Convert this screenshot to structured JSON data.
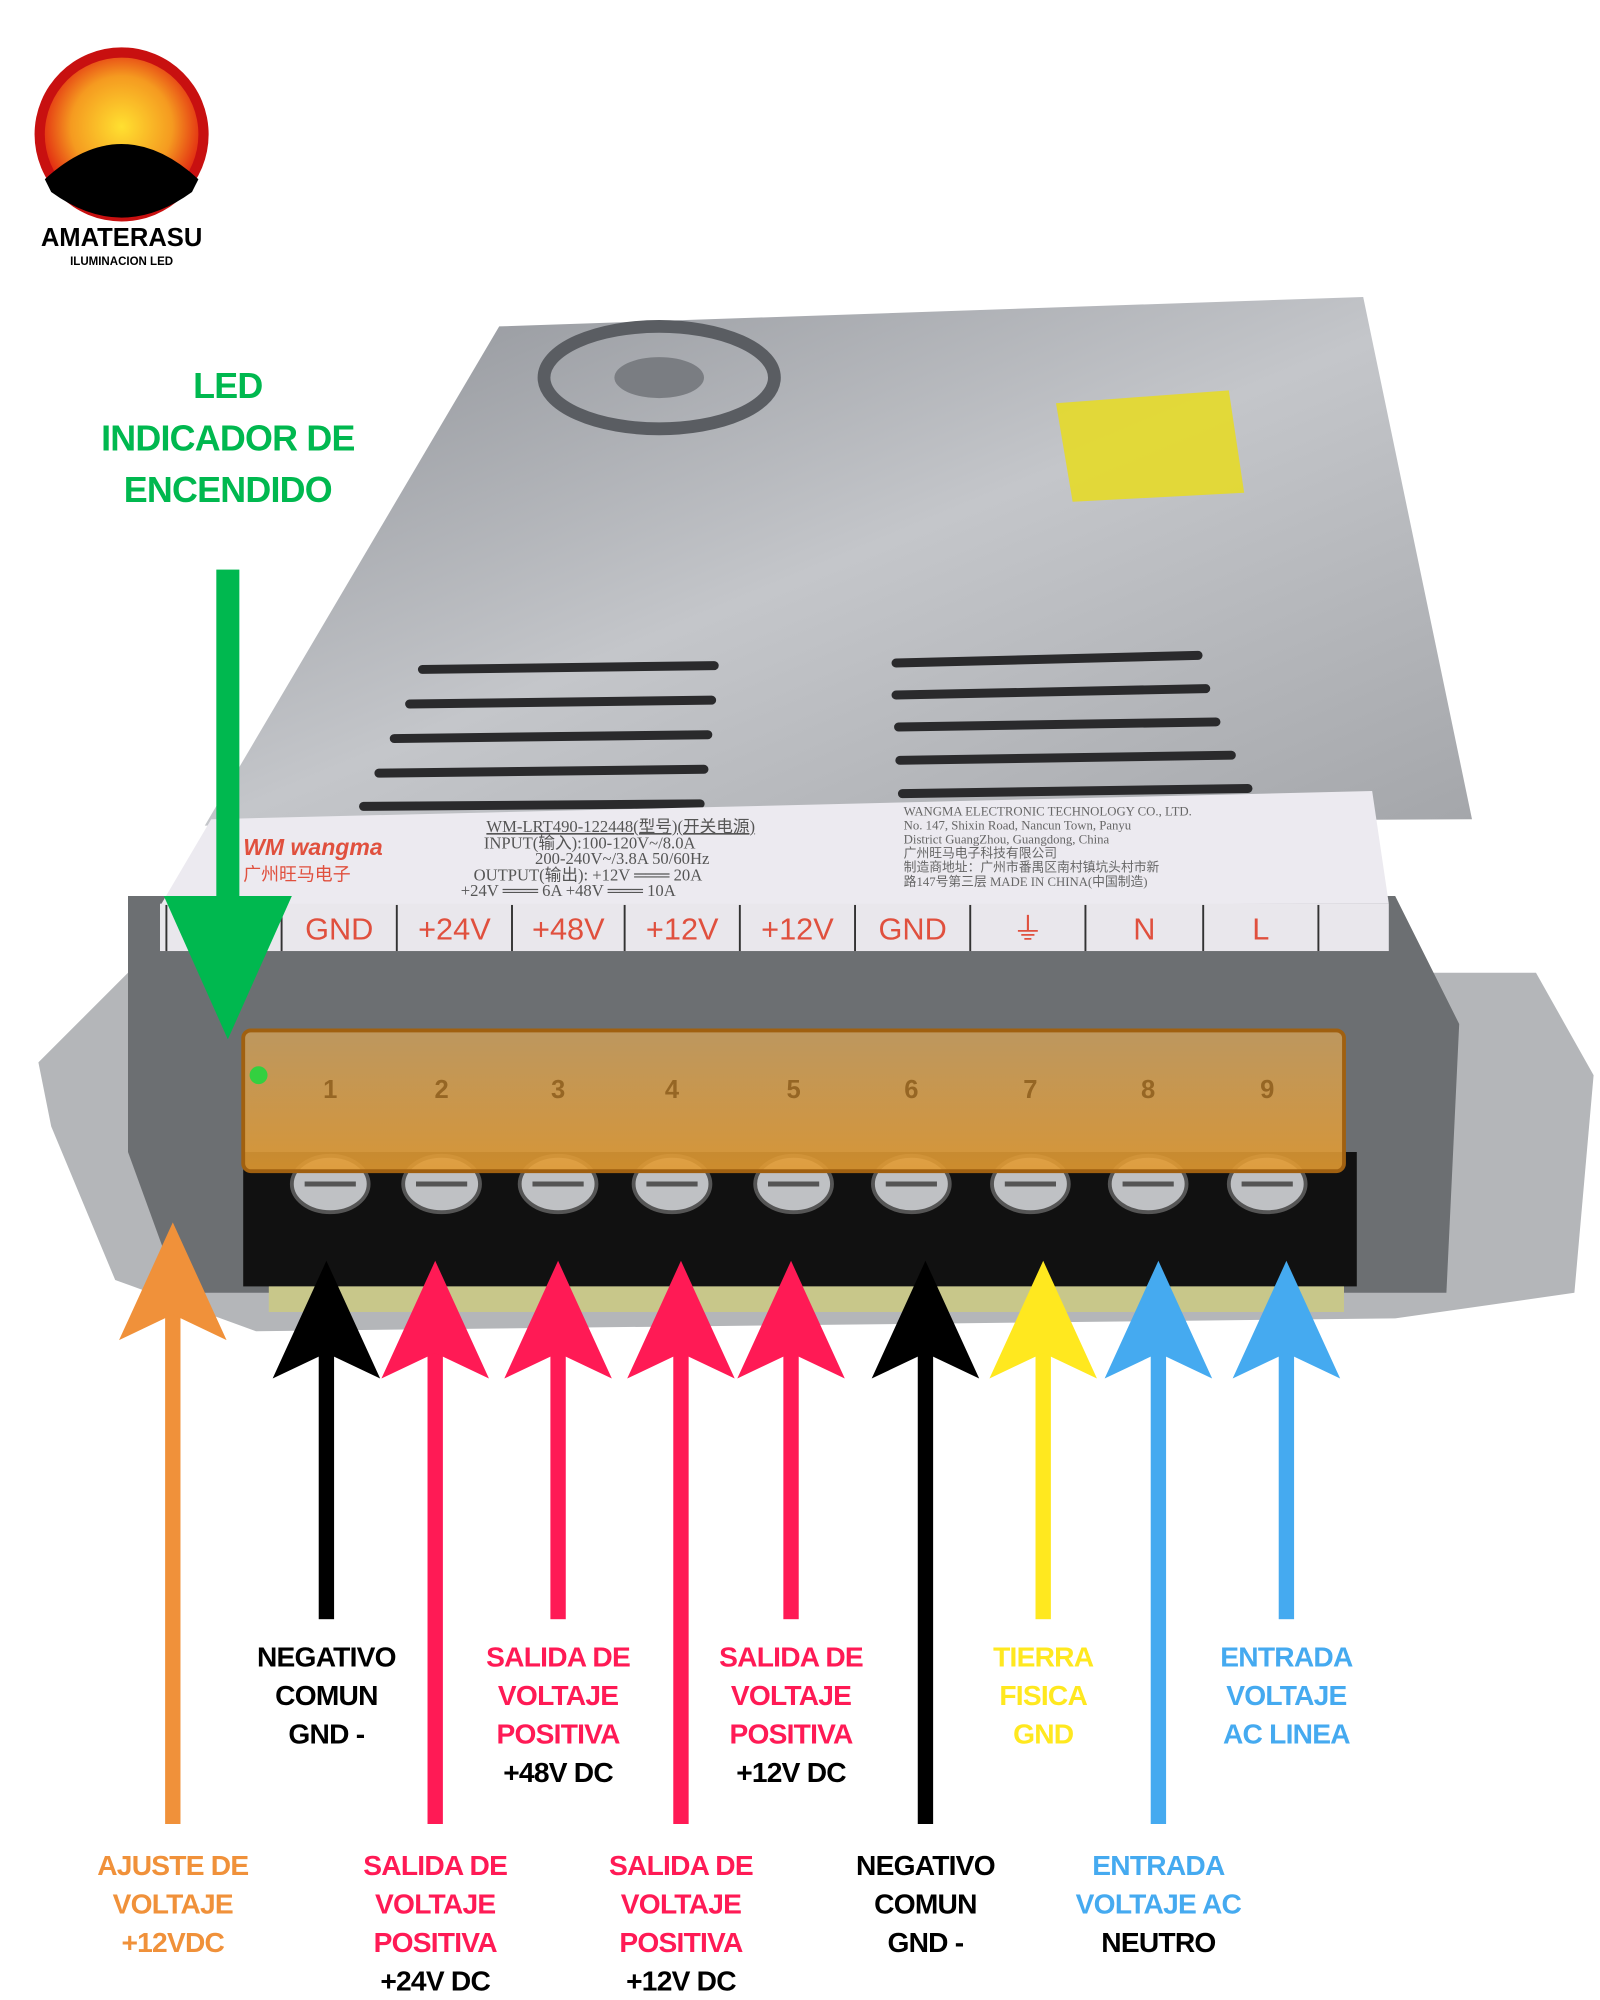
{
  "logo": {
    "name": "AMATERASU",
    "tagline": "ILUMINACION LED"
  },
  "led_callout": {
    "lines": [
      "LED",
      "INDICADOR DE",
      "ENCENDIDO"
    ],
    "color": "#00b84f"
  },
  "psu_label": {
    "brand": "WM wangma",
    "brand_cn": "广州旺马电子",
    "model": "WM-LRT490-122448(型号)(开关电源)",
    "input1": "INPUT(输入):100-120V~/8.0A",
    "input2": "200-240V~/3.8A 50/60Hz",
    "output1": "OUTPUT(输出): +12V ═══ 20A",
    "output2": "+24V ═══ 6A +48V ═══ 10A",
    "company": [
      "WANGMA ELECTRONIC TECHNOLOGY CO., LTD.",
      "No. 147, Shixin Road, Nancun Town, Panyu",
      "District GuangZhou, Guangdong, China",
      "广州旺马电子科技有限公司",
      "制造商地址：广州市番禺区南村镇坑头村市新",
      "路147号第三层    MADE IN CHINA(中国制造)"
    ]
  },
  "terminal_strip": [
    "",
    "GND",
    "+24V",
    "+48V",
    "+12V",
    "+12V",
    "GND",
    "⏚",
    "N",
    "L",
    ""
  ],
  "terminal_numbers": [
    "1",
    "2",
    "3",
    "4",
    "5",
    "6",
    "7",
    "8",
    "9"
  ],
  "annotations": [
    {
      "id": "ajuste-voltaje",
      "color": "#f0913a",
      "lines": [
        {
          "t": "AJUSTE DE",
          "c": "#f0913a"
        },
        {
          "t": "VOLTAJE",
          "c": "#f0913a"
        },
        {
          "t": "+12VDC",
          "c": "#f0913a"
        }
      ]
    },
    {
      "id": "negativo-comun-1",
      "color": "#000000",
      "lines": [
        {
          "t": "NEGATIVO",
          "c": "#000000"
        },
        {
          "t": "COMUN",
          "c": "#000000"
        },
        {
          "t": "GND -",
          "c": "#000000"
        }
      ]
    },
    {
      "id": "salida-24v",
      "color": "#ff1a55",
      "lines": [
        {
          "t": "SALIDA DE",
          "c": "#ff1a55"
        },
        {
          "t": "VOLTAJE",
          "c": "#ff1a55"
        },
        {
          "t": "POSITIVA",
          "c": "#ff1a55"
        },
        {
          "t": "+24V DC",
          "c": "#000000"
        }
      ]
    },
    {
      "id": "salida-48v",
      "color": "#ff1a55",
      "lines": [
        {
          "t": "SALIDA DE",
          "c": "#ff1a55"
        },
        {
          "t": "VOLTAJE",
          "c": "#ff1a55"
        },
        {
          "t": "POSITIVA",
          "c": "#ff1a55"
        },
        {
          "t": "+48V DC",
          "c": "#000000"
        }
      ]
    },
    {
      "id": "salida-12v-a",
      "color": "#ff1a55",
      "lines": [
        {
          "t": "SALIDA DE",
          "c": "#ff1a55"
        },
        {
          "t": "VOLTAJE",
          "c": "#ff1a55"
        },
        {
          "t": "POSITIVA",
          "c": "#ff1a55"
        },
        {
          "t": "+12V DC",
          "c": "#000000"
        }
      ]
    },
    {
      "id": "salida-12v-b",
      "color": "#ff1a55",
      "lines": [
        {
          "t": "SALIDA DE",
          "c": "#ff1a55"
        },
        {
          "t": "VOLTAJE",
          "c": "#ff1a55"
        },
        {
          "t": "POSITIVA",
          "c": "#ff1a55"
        },
        {
          "t": "+12V DC",
          "c": "#000000"
        }
      ]
    },
    {
      "id": "negativo-comun-2",
      "color": "#000000",
      "lines": [
        {
          "t": "NEGATIVO",
          "c": "#000000"
        },
        {
          "t": "COMUN",
          "c": "#000000"
        },
        {
          "t": "GND -",
          "c": "#000000"
        }
      ]
    },
    {
      "id": "tierra-fisica",
      "color": "#ffe81f",
      "lines": [
        {
          "t": "TIERRA",
          "c": "#ffe81f"
        },
        {
          "t": "FISICA",
          "c": "#ffe81f"
        },
        {
          "t": "GND",
          "c": "#ffe81f"
        }
      ]
    },
    {
      "id": "entrada-neutro",
      "color": "#45aaf0",
      "lines": [
        {
          "t": "ENTRADA",
          "c": "#45aaf0"
        },
        {
          "t": "VOLTAJE  AC",
          "c": "#45aaf0"
        },
        {
          "t": "NEUTRO",
          "c": "#000000"
        }
      ]
    },
    {
      "id": "entrada-linea",
      "color": "#45aaf0",
      "lines": [
        {
          "t": "ENTRADA",
          "c": "#45aaf0"
        },
        {
          "t": "VOLTAJE",
          "c": "#45aaf0"
        },
        {
          "t": "AC LINEA",
          "c": "#45aaf0"
        }
      ]
    }
  ]
}
